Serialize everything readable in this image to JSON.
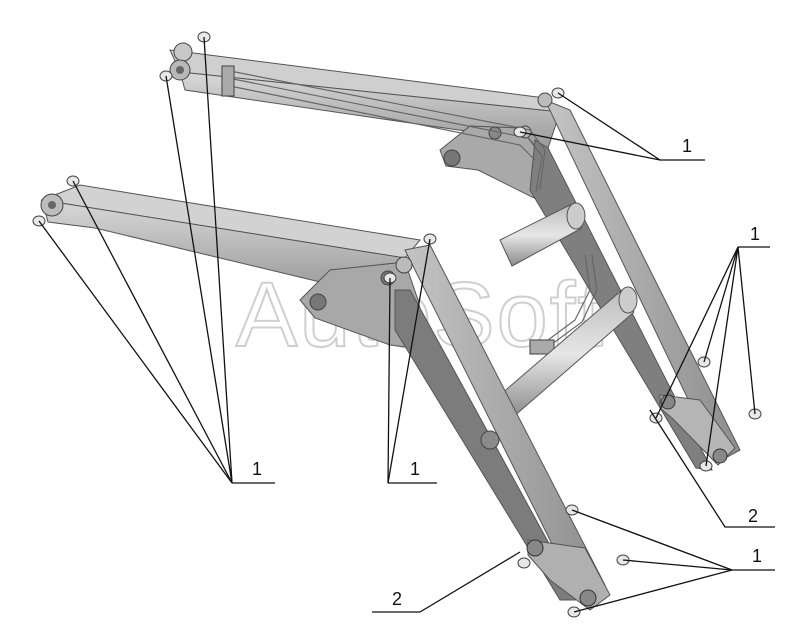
{
  "diagram": {
    "watermark": "AutoSoft",
    "callouts": [
      {
        "id": "c1",
        "label": "1"
      },
      {
        "id": "c2",
        "label": "1"
      },
      {
        "id": "c3",
        "label": "1"
      },
      {
        "id": "c4",
        "label": "1"
      },
      {
        "id": "c5",
        "label": "1"
      },
      {
        "id": "c6",
        "label": "2"
      },
      {
        "id": "c7",
        "label": "2"
      }
    ]
  }
}
